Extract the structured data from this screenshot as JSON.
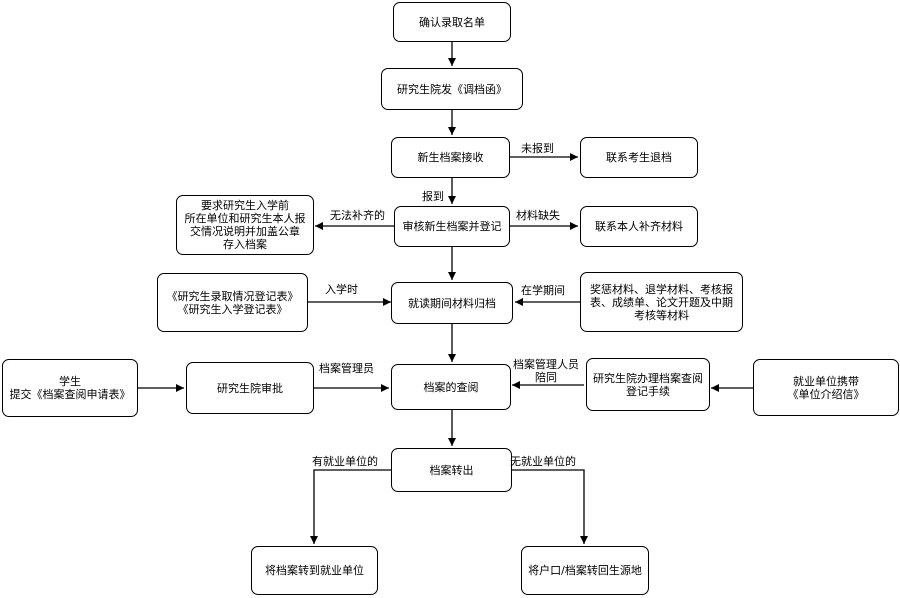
{
  "nodes": {
    "confirm_list": "确认录取名单",
    "send_letter": "研究生院发《调档函》",
    "receive_files": "新生档案接收",
    "contact_return": "联系考生退档",
    "review_register": "审核新生档案并登记",
    "require_unit": "要求研究生入学前\n所在单位和研究生本人报\n交情况说明并加盖公章\n存入档案",
    "contact_supplement": "联系本人补齐材料",
    "study_archive": "就读期间材料归档",
    "admission_forms": "《研究生录取情况登记表》\n《研究生入学登记表》",
    "period_materials": "奖惩材料、退学材料、考核报\n表、成绩单、论文开题及中期\n考核等材料",
    "file_query": "档案的查阅",
    "student_apply": "学生\n提交《档案查阅申请表》",
    "grad_approve": "研究生院审批",
    "grad_handle": "研究生院办理档案查阅\n登记手续",
    "employer_letter": "就业单位携带\n《单位介绍信》",
    "transfer_out": "档案转出",
    "to_employer": "将档案转到就业单位",
    "to_origin": "将户口/档案转回生源地"
  },
  "labels": {
    "not_reported": "未报到",
    "reported": "报到",
    "cannot_supplement": "无法补齐的",
    "missing_materials": "材料缺失",
    "on_enroll": "入学时",
    "during_study": "在学期间",
    "archive_manager": "档案管理员",
    "archive_manager_accompany": "档案管理人员\n陪同",
    "has_employer": "有就业单位的",
    "no_employer": "无就业单位的"
  }
}
